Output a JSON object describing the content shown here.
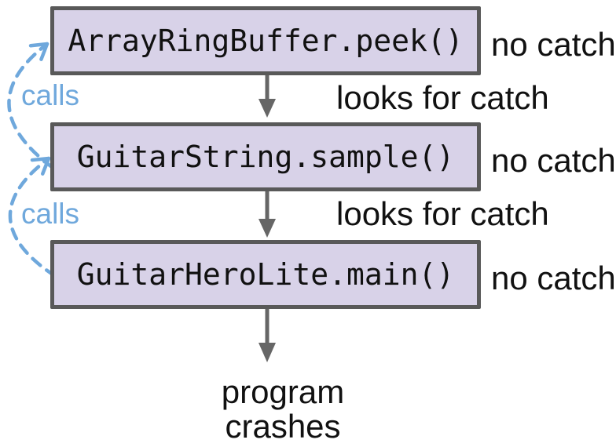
{
  "diagram": {
    "title_hint": "exception propagates up the call stack",
    "frames": [
      {
        "method": "ArrayRingBuffer.peek()",
        "note": "no catch"
      },
      {
        "method": "GuitarString.sample()",
        "note": "no catch"
      },
      {
        "method": "GuitarHeroLite.main()",
        "note": "no catch"
      }
    ],
    "propagation_label": "looks for catch",
    "call_label": "calls",
    "crash_line1": "program",
    "crash_line2": "crashes"
  },
  "colors": {
    "box_fill": "#d8d2e8",
    "box_border": "#595959",
    "propagate_arrow_gray": "#666666",
    "call_arrow_blue": "#6fa8dc",
    "text_black": "#111111",
    "background": "#ffffff"
  }
}
